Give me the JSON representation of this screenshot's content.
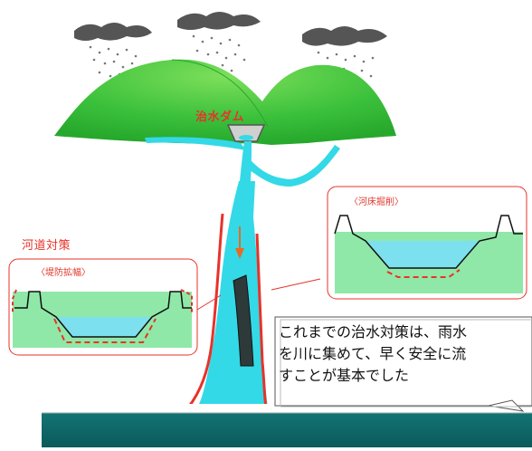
{
  "labels": {
    "dam": "治水ダム",
    "river_measures": "河道対策",
    "riverbed_excavation": "〈河床掘削〉",
    "levee_widening": "〈堤防拡幅〉"
  },
  "callout": {
    "lines": [
      "これまでの治水対策は、雨水",
      "を川に集めて、早く安全に流",
      "すことが基本でした"
    ]
  },
  "colors": {
    "mountain": "#3cc13c",
    "river": "#33d9e6",
    "ground": "#0f6b6b",
    "levee_line": "#e8322a",
    "channel_fill": "#8fe8a8",
    "water_fill": "#7de0ee"
  }
}
